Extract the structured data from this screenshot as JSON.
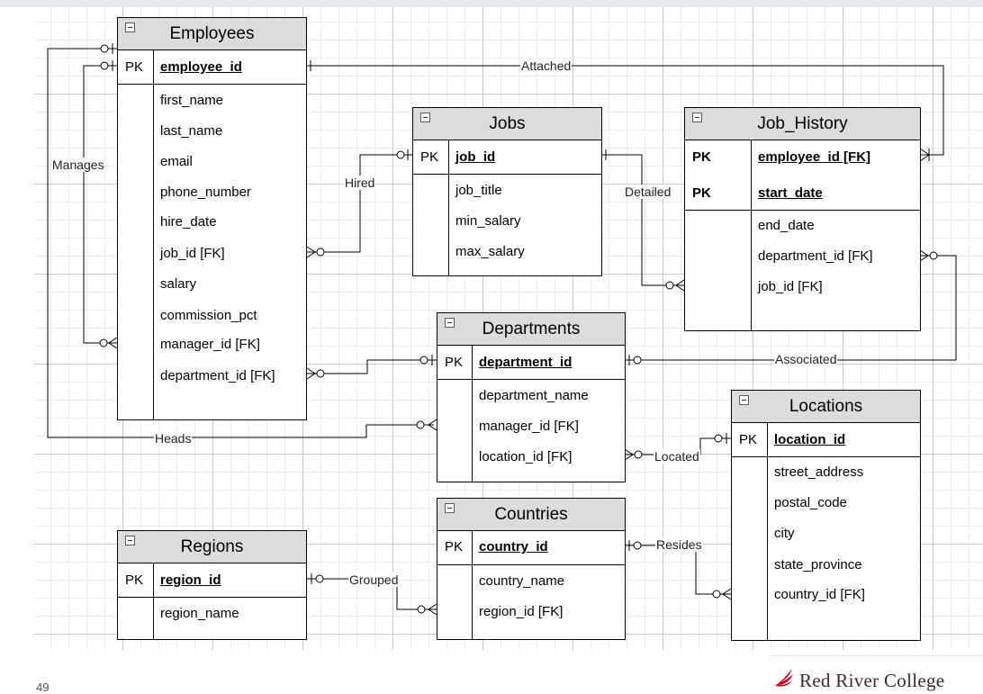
{
  "entities": {
    "employees": {
      "title": "Employees",
      "pk_label": "PK",
      "pk_field": "employee_id",
      "fields": [
        "first_name",
        "last_name",
        "email",
        "phone_number",
        "hire_date",
        "job_id [FK]",
        "salary",
        "commission_pct",
        "manager_id [FK]",
        "department_id [FK]"
      ]
    },
    "jobs": {
      "title": "Jobs",
      "pk_label": "PK",
      "pk_field": "job_id",
      "fields": [
        "job_title",
        "min_salary",
        "max_salary"
      ]
    },
    "job_history": {
      "title": "Job_History",
      "pk_label_1": "PK",
      "pk_field_1": "employee_id [FK]",
      "pk_label_2": "PK",
      "pk_field_2": "start_date",
      "fields": [
        "end_date",
        "department_id [FK]",
        "job_id [FK]"
      ]
    },
    "departments": {
      "title": "Departments",
      "pk_label": "PK",
      "pk_field": "department_id",
      "fields": [
        "department_name",
        "manager_id [FK]",
        "location_id [FK]"
      ]
    },
    "locations": {
      "title": "Locations",
      "pk_label": "PK",
      "pk_field": "location_id",
      "fields": [
        "street_address",
        "postal_code",
        "city",
        "state_province",
        "country_id [FK]"
      ]
    },
    "countries": {
      "title": "Countries",
      "pk_label": "PK",
      "pk_field": "country_id",
      "fields": [
        "country_name",
        "region_id [FK]"
      ]
    },
    "regions": {
      "title": "Regions",
      "pk_label": "PK",
      "pk_field": "region_id",
      "fields": [
        "region_name"
      ]
    }
  },
  "relationships": {
    "attached": "Attached",
    "manages": "Manages",
    "hired": "Hired",
    "detailed": "Detailed",
    "associated": "Associated",
    "heads": "Heads",
    "located": "Located",
    "resides": "Resides",
    "grouped": "Grouped"
  },
  "footer": {
    "page_number": "49",
    "logo_text": "Red River College",
    "logo_icon": "maple-leaf-icon",
    "logo_color": "#c8102e"
  }
}
